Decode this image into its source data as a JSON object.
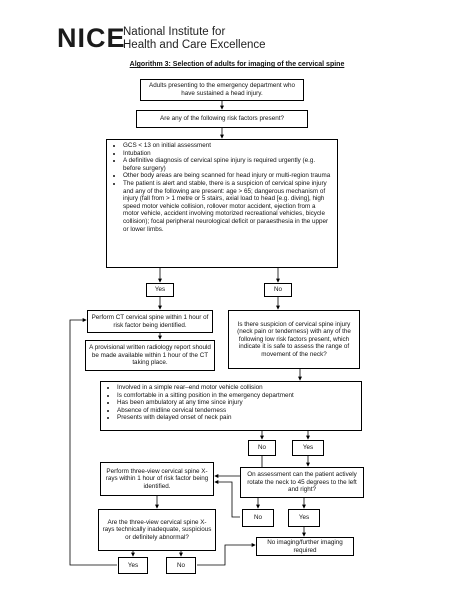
{
  "header": {
    "logo_word": "NICE",
    "logo_line1": "National Institute for",
    "logo_line2": "Health and Care Excellence"
  },
  "title": "Algorithm 3: Selection of adults for imaging of the cervical spine",
  "nodes": {
    "start": "Adults presenting to the emergency department who have sustained a head injury.",
    "risk_question": "Are any of the following risk factors present?",
    "risk_factors": [
      "GCS < 13 on initial assessment",
      "Intubation",
      "A definitive diagnosis of cervical spine injury is required urgently (e.g. before surgery)",
      "Other body areas are being scanned for head injury or multi-region trauma",
      "The patient is alert and stable, there is a suspicion of cervical spine injury and any of the following are present: age > 65; dangerous mechanism of injury (fall from > 1 metre or 5 stairs, axial load to head [e.g. diving], high speed motor vehicle collision, rollover motor accident, ejection from a motor vehicle, accident involving motorized recreational vehicles, bicycle collision); focal peripheral neurological deficit or paraesthesia in the upper or lower limbs."
    ],
    "yes1": "Yes",
    "no1": "No",
    "perform_ct": "Perform CT cervical spine within 1 hour of risk factor being identified.",
    "radiology_report": "A provisional written radiology report should be made available within 1 hour of the CT taking place.",
    "suspicion_question": "Is there suspicion of cervical spine injury (neck pain or tenderness) with any of the following low risk factors present, which indicate it is safe to assess the range of movement of the neck?",
    "low_risk_factors": [
      "Involved in a simple rear–end motor vehicle collision",
      "Is comfortable in a sitting position in the emergency department",
      "Has been ambulatory at any time since injury",
      "Absence of midline cervical tenderness",
      "Presents with delayed onset of neck pain"
    ],
    "no2": "No",
    "yes2": "Yes",
    "three_view": "Perform three-view cervical spine X-rays within 1 hour of risk factor being identified.",
    "rotate_question": "On assessment can the patient actively rotate the neck to 45 degrees to the left and right?",
    "no3": "No",
    "yes3": "Yes",
    "xray_question": "Are the three-view cervical spine X-rays technically inadequate, suspicious or definitely abnormal?",
    "no_imaging": "No imaging/further imaging required",
    "yes4": "Yes",
    "no4": "No"
  }
}
